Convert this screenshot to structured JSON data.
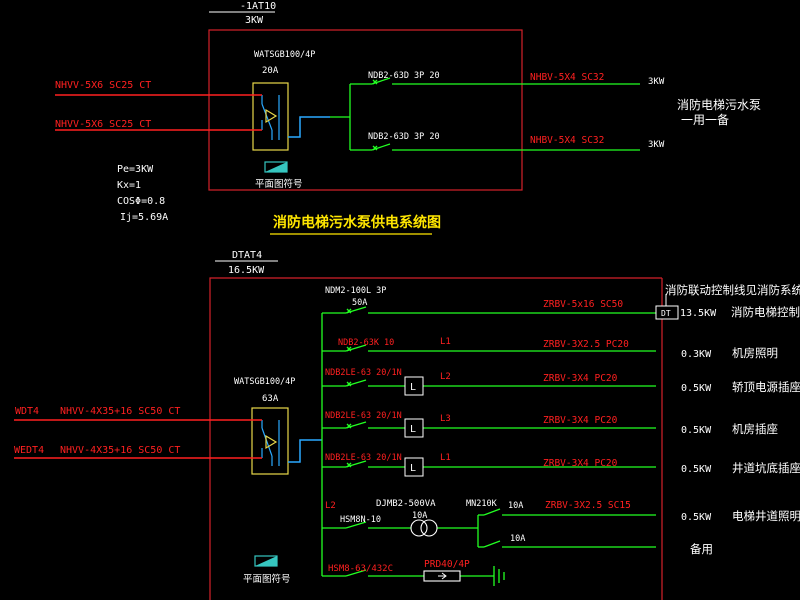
{
  "colors": {
    "background": "#000000",
    "frame": "#d4212a",
    "cable_red": "#ff2020",
    "cable_green": "#22ff22",
    "bus_cyan": "#2aa9ff",
    "switch_box": "#e8d84a",
    "text_white": "#ffffff",
    "title_yellow": "#ffe600",
    "symbol_teal": "#36c6c0"
  },
  "diagram1": {
    "top_label_1": "-1AT10",
    "top_label_2": "3KW",
    "ats_model": "WATSGB100/4P",
    "ats_rating": "20A",
    "incoming_1": "NHVV-5X6 SC25 CT",
    "incoming_2": "NHVV-5X6 SC25 CT",
    "breaker_1": "NDB2-63D 3P 20",
    "breaker_2": "NDB2-63D 3P 20",
    "outgoing_1": "NHBV-5X4 SC32",
    "outgoing_2": "NHBV-5X4 SC32",
    "power_1": "3KW",
    "power_2": "3KW",
    "load_name": "消防电梯污水泵",
    "load_note": "一用一备",
    "params": [
      "Pe=3KW",
      "Kx=1",
      "COSΦ=0.8",
      "Ij=5.69A"
    ],
    "symbol_label": "平面图符号",
    "title": "消防电梯污水泵供电系统图"
  },
  "diagram2": {
    "top_label_1": "DTAT4",
    "top_label_2": "16.5KW",
    "ats_model": "WATSGB100/4P",
    "ats_rating": "63A",
    "incoming_1_id": "WDT4",
    "incoming_1_cable": "NHVV-4X35+16 SC50 CT",
    "incoming_2_id": "WEDT4",
    "incoming_2_cable": "NHVV-4X35+16 SC50 CT",
    "main_breaker": "NDM2-100L 3P",
    "main_rating": "50A",
    "fire_link_note": "消防联动控制线见消防系统",
    "branches": [
      {
        "breaker": "",
        "phase": "",
        "cable": "ZRBV-5x16 SC50",
        "box": "DT",
        "power": "13.5KW",
        "load": "消防电梯控制柜"
      },
      {
        "breaker": "NDB2-63K 10",
        "phase": "L1",
        "cable": "ZRBV-3X2.5 PC20",
        "box": "",
        "power": "0.3KW",
        "load": "机房照明"
      },
      {
        "breaker": "NDB2LE-63 20/1N",
        "phase": "L2",
        "cable": "ZRBV-3X4 PC20",
        "box": "L",
        "power": "0.5KW",
        "load": "轿顶电源插座"
      },
      {
        "breaker": "NDB2LE-63 20/1N",
        "phase": "L3",
        "cable": "ZRBV-3X4 PC20",
        "box": "L",
        "power": "0.5KW",
        "load": "机房插座"
      },
      {
        "breaker": "NDB2LE-63 20/1N",
        "phase": "L1",
        "cable": "ZRBV-3X4 PC20",
        "box": "L",
        "power": "0.5KW",
        "load": "井道坑底插座"
      }
    ],
    "transformer_phase": "L2",
    "transformer_model": "DJMB2-500VA",
    "transformer_rating": "10A",
    "transformer_breaker": "HSM8N-10",
    "mn_breaker": "MN210K",
    "mn_out_1": "10A",
    "mn_out_2": "10A",
    "lighting_cable": "ZRBV-3X2.5 SC15",
    "lighting_power": "0.5KW",
    "lighting_load": "电梯井道照明",
    "spare_label": "备用",
    "spd_breaker": "HSM8-63/432C",
    "spd_model": "PRD40/4P",
    "symbol_label": "平面图符号"
  }
}
